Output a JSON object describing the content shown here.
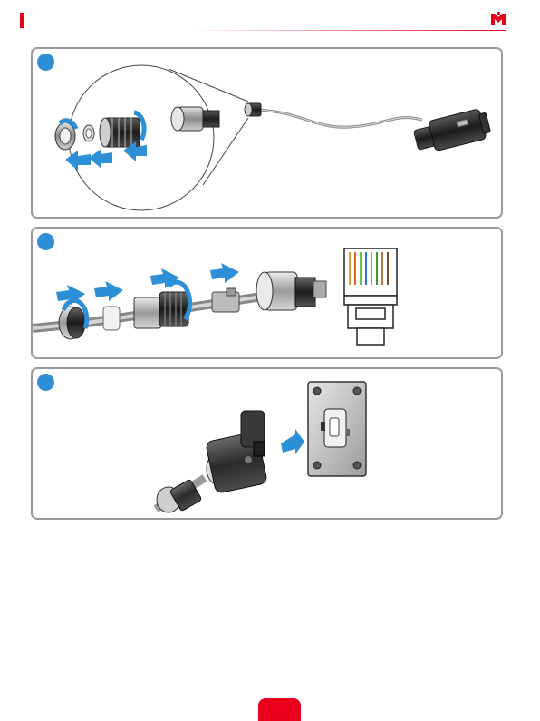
{
  "colors": {
    "brand": "#e8001c",
    "arrow": "#2d8fd6",
    "panel_border": "#9a9a9a"
  },
  "logo": {
    "icon": "brand-w-logo-icon"
  },
  "steps": [
    {
      "number": "",
      "illustration": "disassemble-connector"
    },
    {
      "number": "",
      "illustration": "thread-cable-and-crimp-rj45"
    },
    {
      "number": "",
      "illustration": "plug-connector-into-port"
    }
  ],
  "page": {
    "number": ""
  }
}
